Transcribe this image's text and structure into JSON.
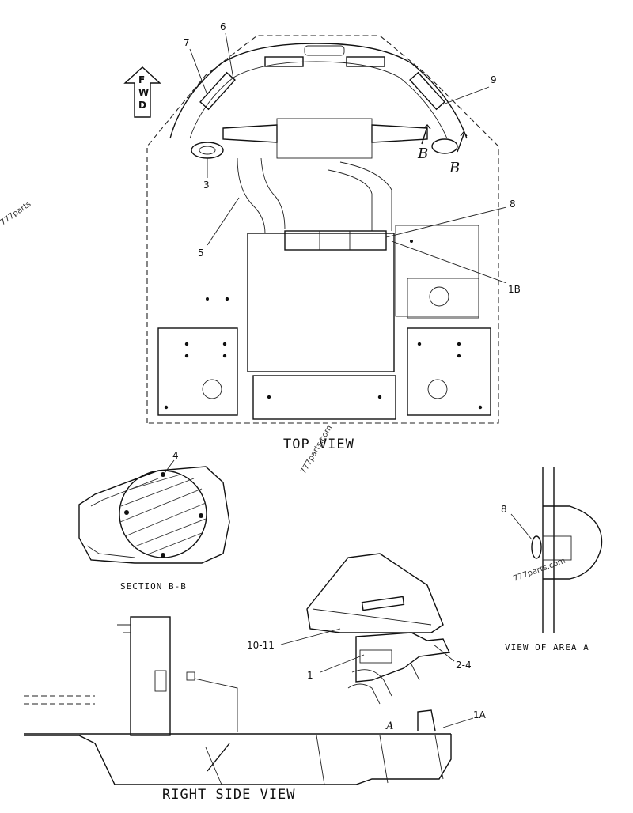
{
  "views": {
    "top": "TOP VIEW",
    "section": "SECTION B-B",
    "area": "VIEW OF AREA A",
    "side": "RIGHT SIDE VIEW"
  },
  "fwd": [
    "F",
    "W",
    "D"
  ],
  "callouts": {
    "c1": "1",
    "c1a": "1A",
    "c1b": "1B",
    "c2_4": "2-4",
    "c3": "3",
    "c4": "4",
    "c5": "5",
    "c6": "6",
    "c7": "7",
    "c8_top": "8",
    "c8_area": "8",
    "c9": "9",
    "c10_11": "10-11"
  },
  "section_marks": {
    "b1": "B",
    "b2": "B",
    "a": "A"
  },
  "watermarks": {
    "w1": "777parts.com",
    "w2": "777parts.com",
    "w3": "777parts"
  }
}
